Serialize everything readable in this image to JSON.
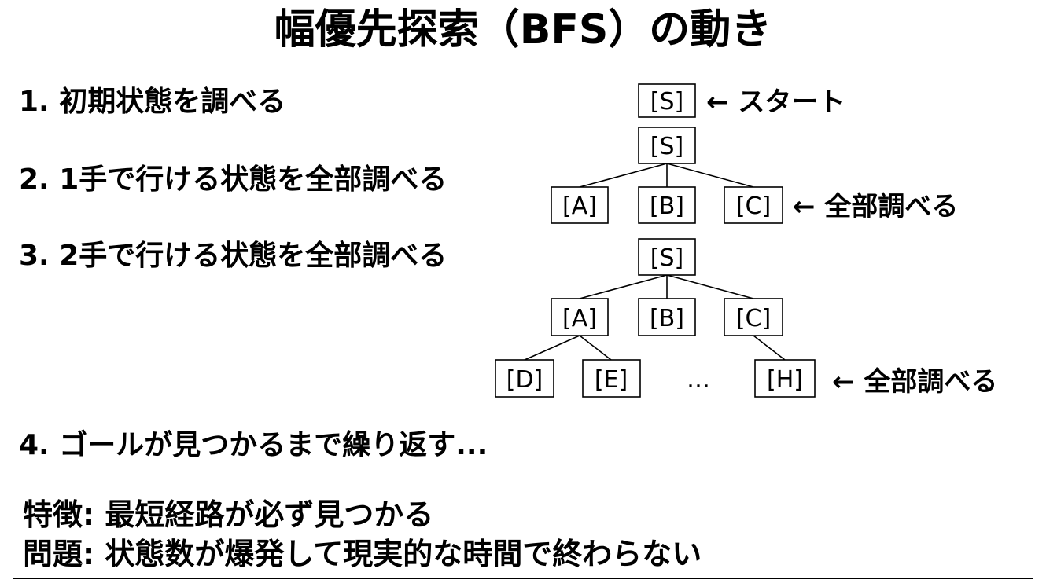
{
  "title": "幅優先探索（BFS）の動き",
  "steps": [
    "1. 初期状態を調べる",
    "2. 1手で行ける状態を全部調べる",
    "3. 2手で行ける状態を全部調べる",
    "4. ゴールが見つかるまで繰り返す..."
  ],
  "annotations": {
    "start": "← スタート",
    "all1": "← 全部調べる",
    "all2": "← 全部調べる"
  },
  "tree1": {
    "root": "[S]"
  },
  "tree2": {
    "root": "[S]",
    "children": [
      "[A]",
      "[B]",
      "[C]"
    ]
  },
  "tree3": {
    "root": "[S]",
    "level1": [
      "[A]",
      "[B]",
      "[C]"
    ],
    "level2": [
      "[D]",
      "[E]",
      "[H]"
    ],
    "ellipsis": "…"
  },
  "features": {
    "feature": "特徴: 最短経路が必ず見つかる",
    "problem": "問題: 状態数が爆発して現実的な時間で終わらない"
  }
}
